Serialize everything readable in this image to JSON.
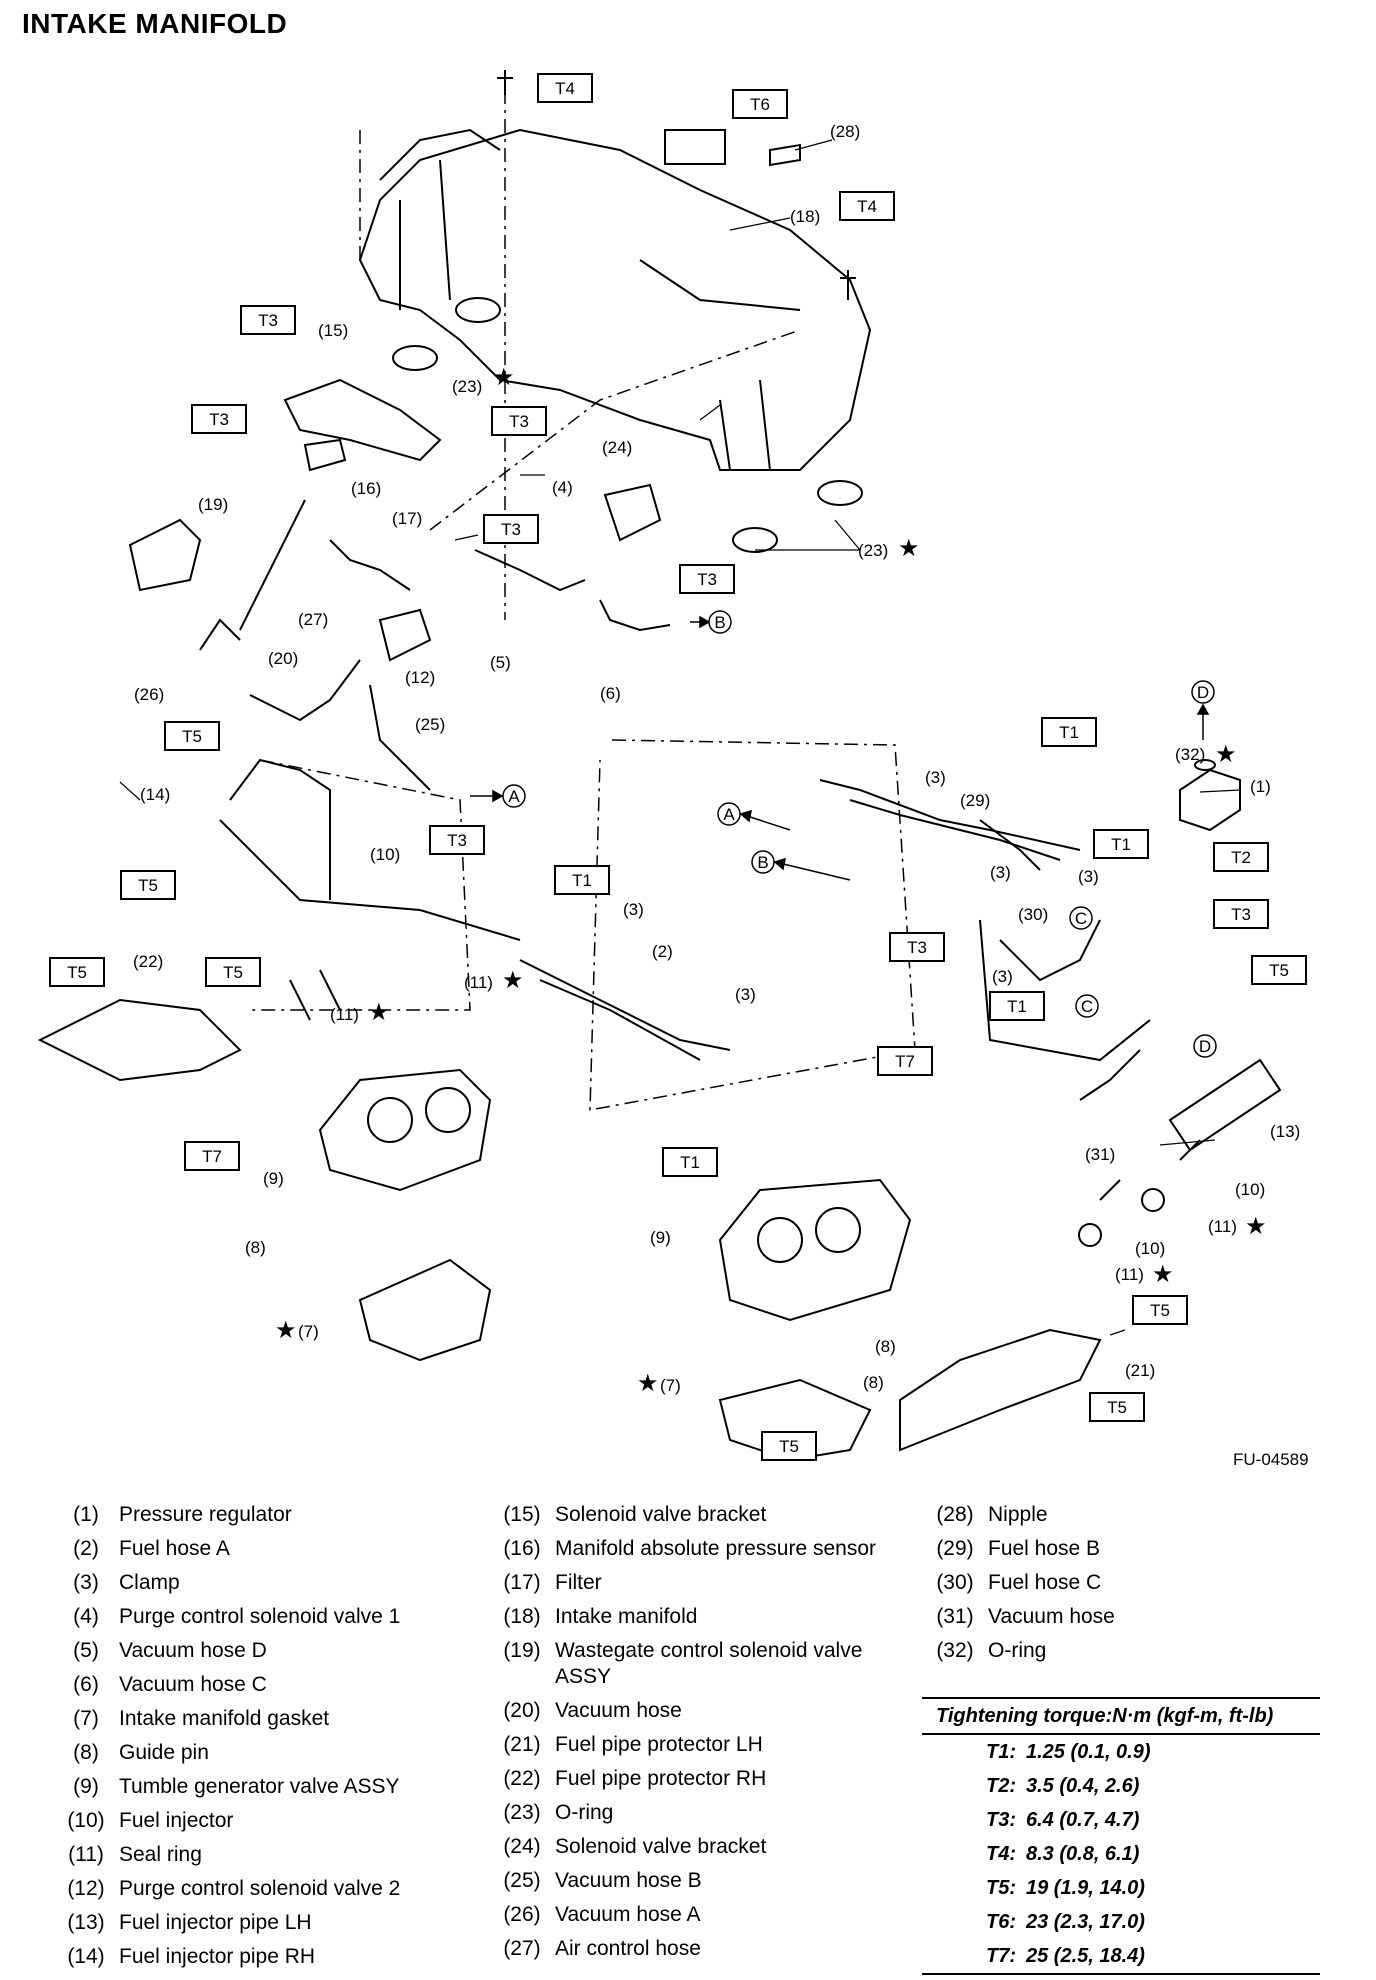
{
  "title": "INTAKE MANIFOLD",
  "figure_code": "FU-04589",
  "callout_labels": {
    "t1": "T1",
    "t2": "T2",
    "t3": "T3",
    "t4": "T4",
    "t5": "T5",
    "t6": "T6",
    "t7": "T7",
    "n1": "(1)",
    "n2": "(2)",
    "n3": "(3)",
    "n4": "(4)",
    "n5": "(5)",
    "n6": "(6)",
    "n7": "(7)",
    "n8": "(8)",
    "n9": "(9)",
    "n10": "(10)",
    "n11": "(11)",
    "n12": "(12)",
    "n13": "(13)",
    "n14": "(14)",
    "n15": "(15)",
    "n16": "(16)",
    "n17": "(17)",
    "n18": "(18)",
    "n19": "(19)",
    "n20": "(20)",
    "n21": "(21)",
    "n22": "(22)",
    "n23": "(23)",
    "n24": "(24)",
    "n25": "(25)",
    "n26": "(26)",
    "n27": "(27)",
    "n28": "(28)",
    "n29": "(29)",
    "n30": "(30)",
    "n31": "(31)",
    "n32": "(32)",
    "A": "A",
    "B": "B",
    "C": "C",
    "D": "D",
    "star": "★"
  },
  "legend": [
    [
      {
        "num": "(1)",
        "name": "Pressure regulator"
      },
      {
        "num": "(2)",
        "name": "Fuel hose A"
      },
      {
        "num": "(3)",
        "name": "Clamp"
      },
      {
        "num": "(4)",
        "name": "Purge control solenoid valve 1"
      },
      {
        "num": "(5)",
        "name": "Vacuum hose D"
      },
      {
        "num": "(6)",
        "name": "Vacuum hose C"
      },
      {
        "num": "(7)",
        "name": "Intake manifold gasket"
      },
      {
        "num": "(8)",
        "name": "Guide pin"
      },
      {
        "num": "(9)",
        "name": "Tumble generator valve ASSY"
      },
      {
        "num": "(10)",
        "name": "Fuel injector"
      },
      {
        "num": "(11)",
        "name": "Seal ring"
      },
      {
        "num": "(12)",
        "name": "Purge control solenoid valve 2"
      },
      {
        "num": "(13)",
        "name": "Fuel injector pipe LH"
      },
      {
        "num": "(14)",
        "name": "Fuel injector pipe RH"
      }
    ],
    [
      {
        "num": "(15)",
        "name": "Solenoid valve bracket"
      },
      {
        "num": "(16)",
        "name": "Manifold absolute pressure sensor"
      },
      {
        "num": "(17)",
        "name": "Filter"
      },
      {
        "num": "(18)",
        "name": "Intake manifold"
      },
      {
        "num": "(19)",
        "name": "Wastegate control solenoid valve ASSY"
      },
      {
        "num": "(20)",
        "name": "Vacuum hose"
      },
      {
        "num": "(21)",
        "name": "Fuel pipe protector LH"
      },
      {
        "num": "(22)",
        "name": "Fuel pipe protector RH"
      },
      {
        "num": "(23)",
        "name": "O-ring"
      },
      {
        "num": "(24)",
        "name": "Solenoid valve bracket"
      },
      {
        "num": "(25)",
        "name": "Vacuum hose B"
      },
      {
        "num": "(26)",
        "name": "Vacuum hose A"
      },
      {
        "num": "(27)",
        "name": "Air control hose"
      }
    ],
    [
      {
        "num": "(28)",
        "name": "Nipple"
      },
      {
        "num": "(29)",
        "name": "Fuel hose B"
      },
      {
        "num": "(30)",
        "name": "Fuel hose C"
      },
      {
        "num": "(31)",
        "name": "Vacuum hose"
      },
      {
        "num": "(32)",
        "name": "O-ring"
      }
    ]
  ],
  "torque": {
    "header": "Tightening torque:N·m (kgf-m, ft-lb)",
    "rows": [
      {
        "key": "T1:",
        "value": "1.25 (0.1, 0.9)"
      },
      {
        "key": "T2:",
        "value": "3.5 (0.4, 2.6)"
      },
      {
        "key": "T3:",
        "value": "6.4 (0.7, 4.7)"
      },
      {
        "key": "T4:",
        "value": "8.3 (0.8, 6.1)"
      },
      {
        "key": "T5:",
        "value": "19 (1.9, 14.0)"
      },
      {
        "key": "T6:",
        "value": "23 (2.3, 17.0)"
      },
      {
        "key": "T7:",
        "value": "25 (2.5, 18.4)"
      }
    ]
  }
}
